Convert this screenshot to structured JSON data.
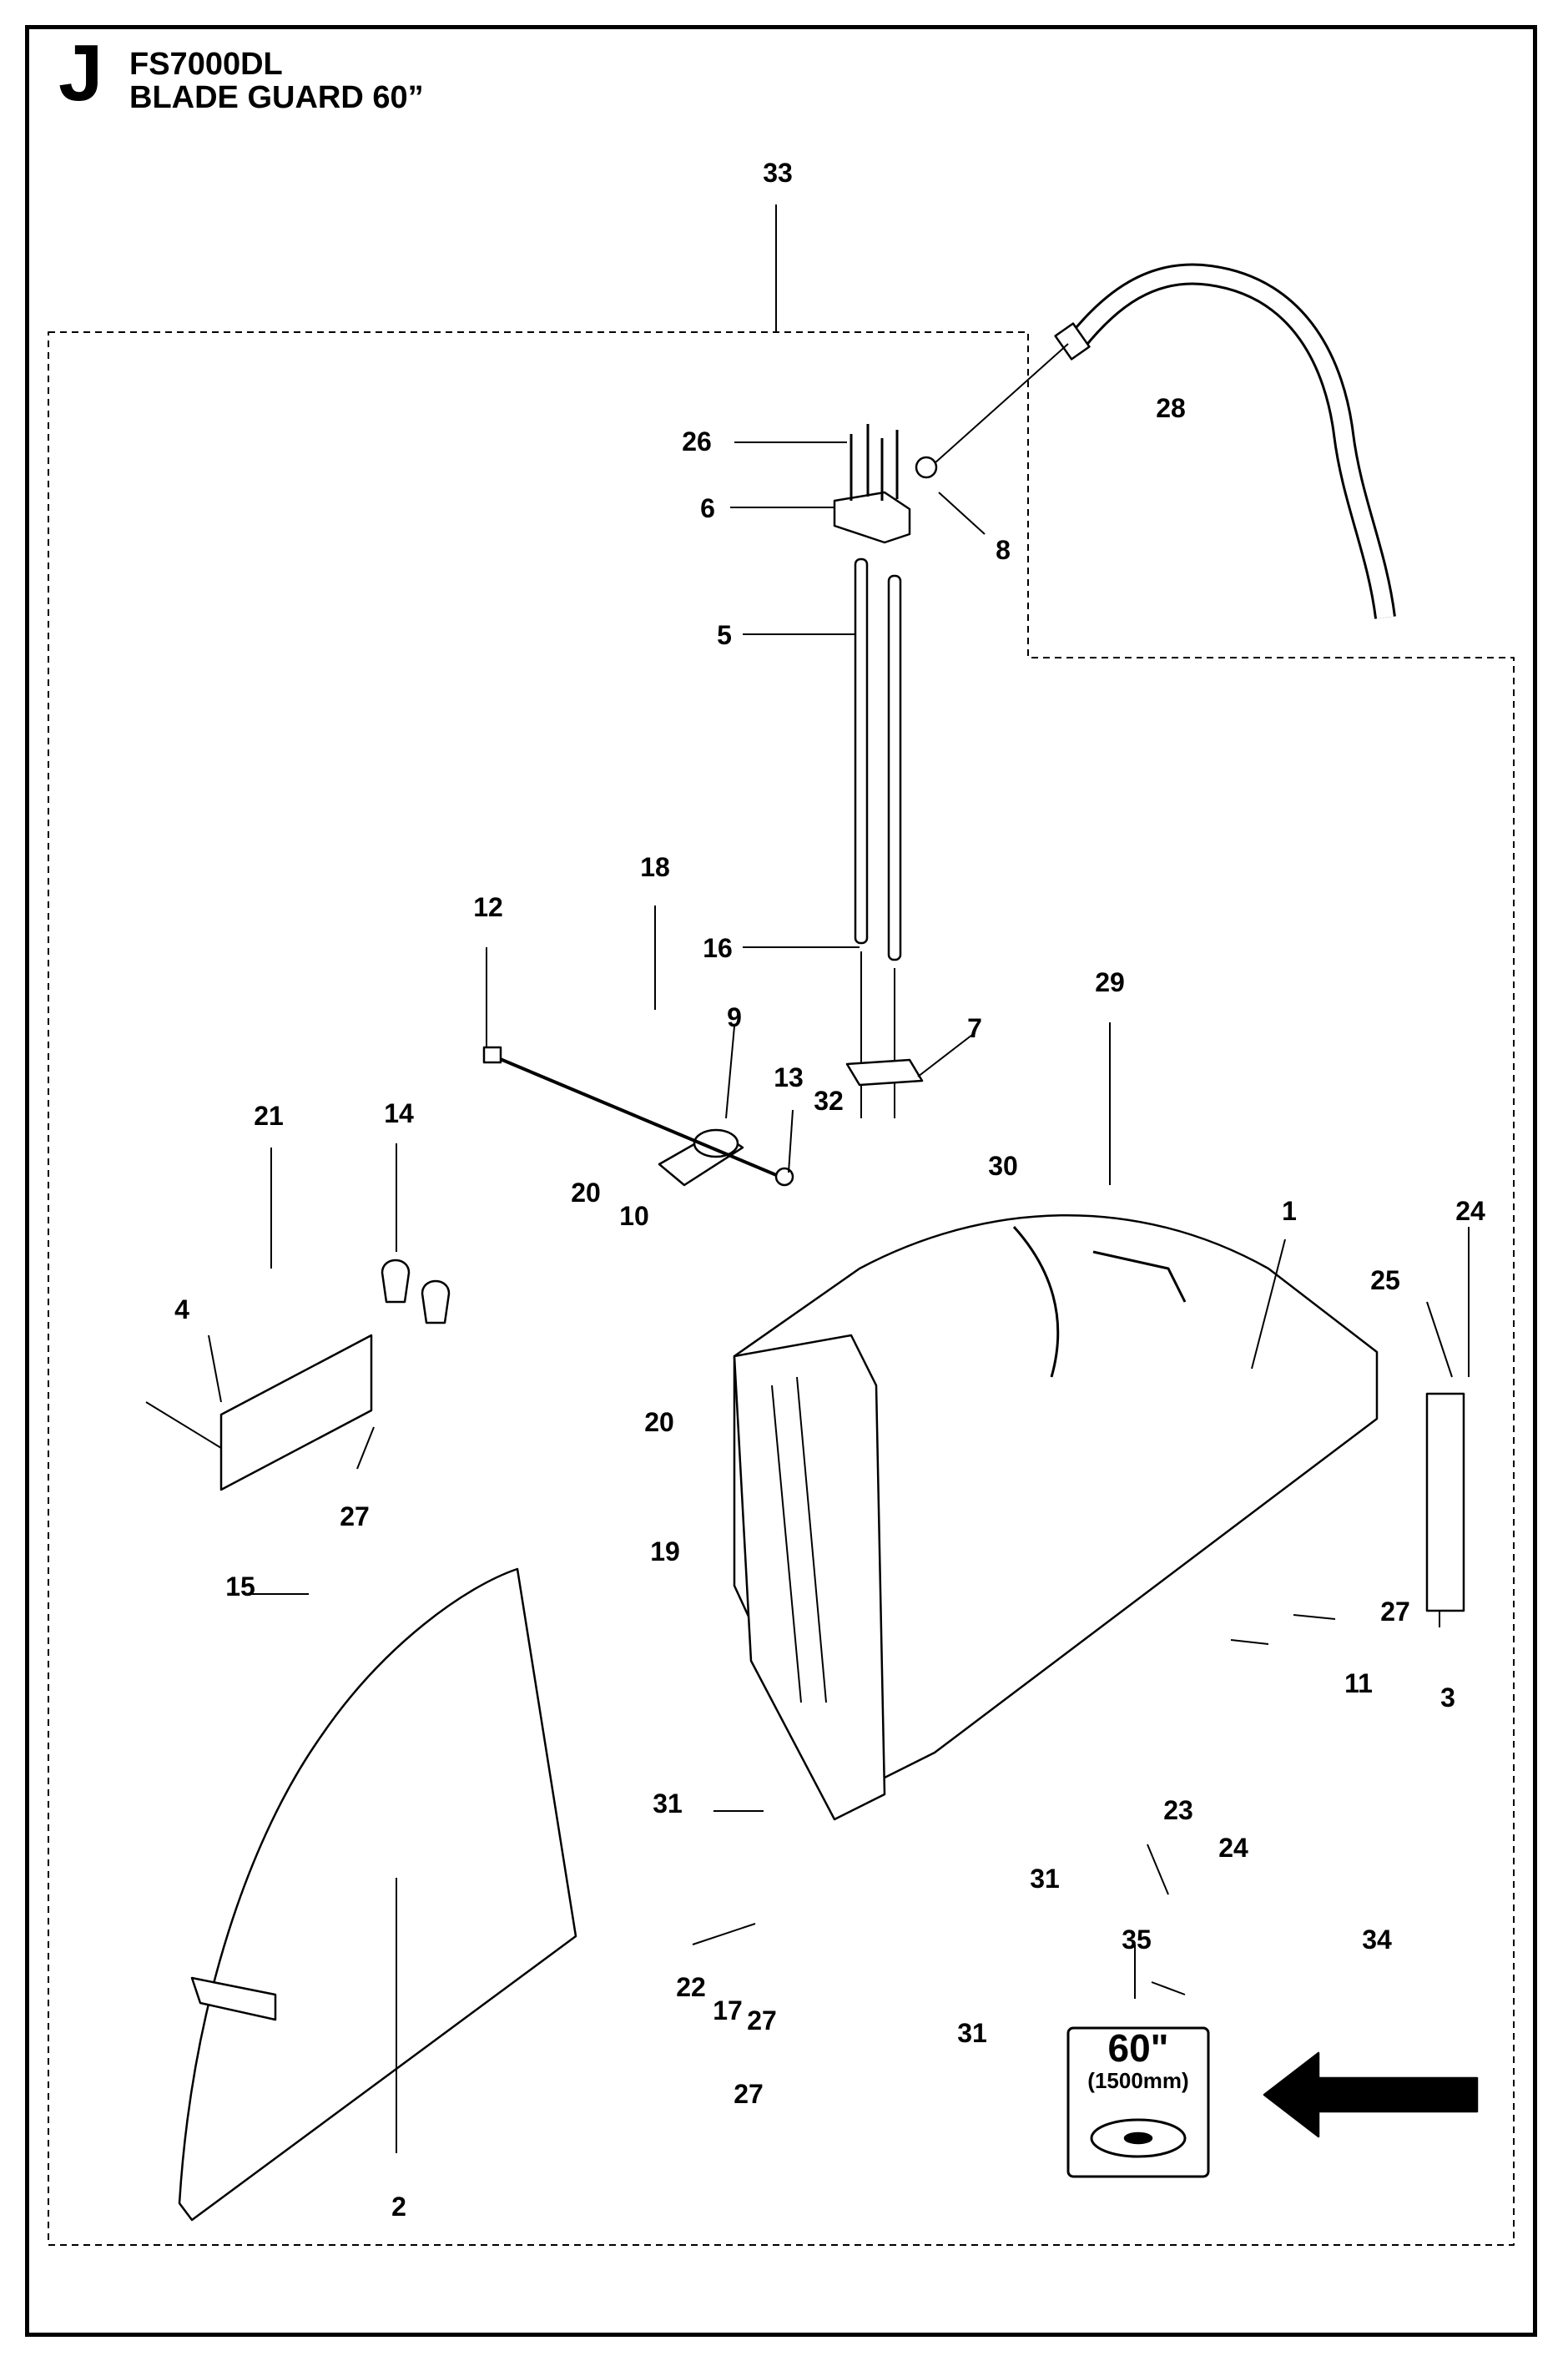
{
  "header": {
    "section_letter": "J",
    "model": "FS7000DL",
    "title": "BLADE GUARD 60”"
  },
  "badge": {
    "size": "60\"",
    "metric": "(1500mm)"
  },
  "callouts": [
    "33",
    "28",
    "26",
    "6",
    "8",
    "5",
    "18",
    "12",
    "16",
    "29",
    "9",
    "7",
    "13",
    "21",
    "14",
    "32",
    "30",
    "1",
    "24",
    "20",
    "25",
    "10",
    "4",
    "20",
    "27",
    "19",
    "27",
    "15",
    "11",
    "3",
    "31",
    "23",
    "24",
    "31",
    "35",
    "34",
    "22",
    "17",
    "27",
    "31",
    "27",
    "2"
  ],
  "colors": {
    "line": "#000000",
    "background": "#ffffff"
  }
}
